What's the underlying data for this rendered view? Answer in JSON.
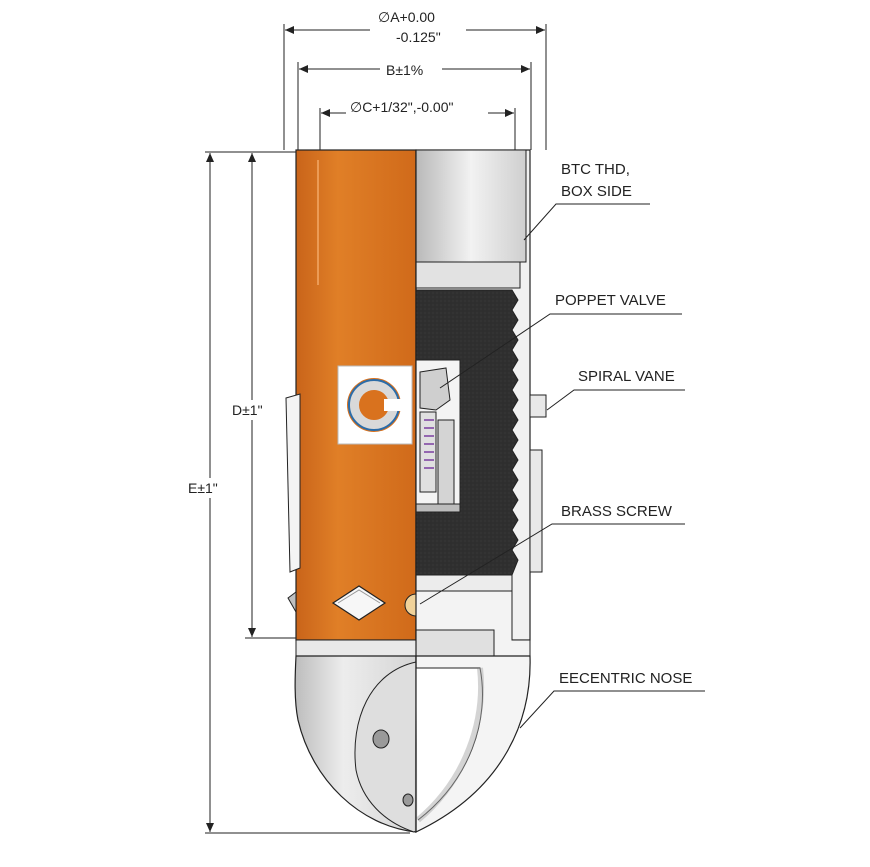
{
  "dimensions": {
    "a_line1": "∅A+0.00",
    "a_line2": "-0.125\"",
    "b": "B±1%",
    "c": "∅C+1/32\",-0.00\"",
    "d": "D±1\"",
    "e": "E±1\""
  },
  "callouts": {
    "btc_line1": "BTC THD,",
    "btc_line2": "BOX SIDE",
    "poppet_valve": "POPPET VALVE",
    "spiral_vane": "SPIRAL VANE",
    "brass_screw": "BRASS SCREW",
    "eccentric_nose": "EECENTRIC NOSE"
  },
  "logo": {
    "letter": "C"
  },
  "colors": {
    "body_orange": "#d9721e",
    "body_orange_dark": "#b85a10",
    "insert_dark": "#2e2e2e",
    "steel_light": "#e6e6e6",
    "steel_mid": "#bdbdbd",
    "line": "#222222",
    "logo_ring": "#2b6ca8"
  }
}
